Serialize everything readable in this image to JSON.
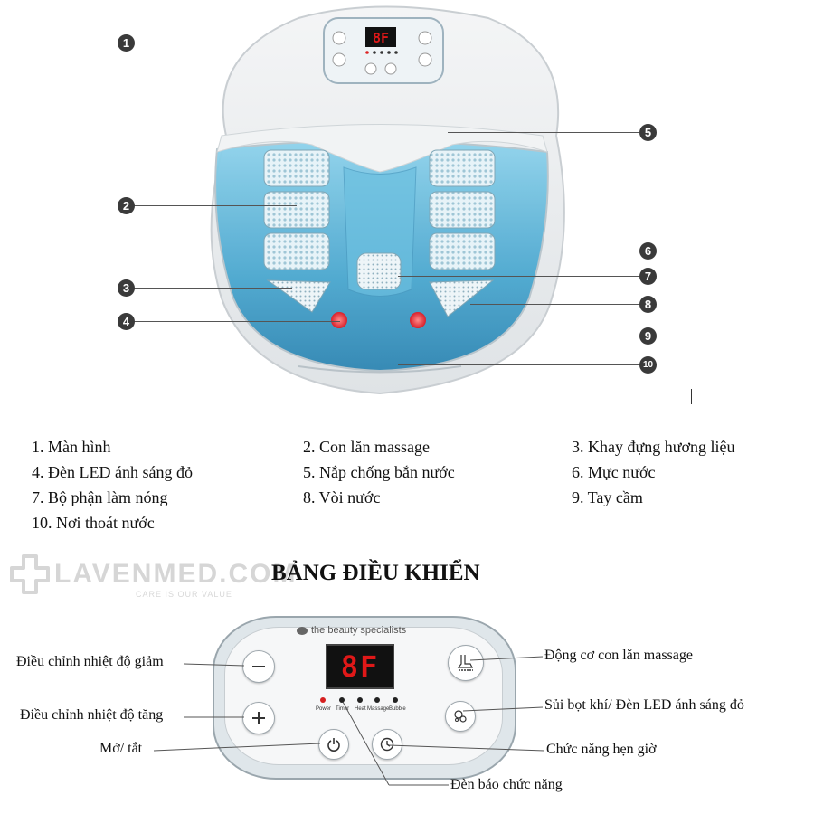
{
  "device": {
    "brand": "the beauty specialists",
    "display_text": "8F",
    "indicator_labels": [
      "Power",
      "Timer",
      "Heat",
      "Massage",
      "Bubble"
    ]
  },
  "callout_numbers": [
    "1",
    "2",
    "3",
    "4",
    "5",
    "6",
    "7",
    "8",
    "9",
    "10"
  ],
  "legend": [
    "1.   Màn hình",
    "2. Con lăn massage",
    "3. Khay đựng hương liệu",
    "4. Đèn LED ánh sáng đỏ",
    "5. Nắp chống bắn nước",
    "6.  Mực nước",
    "7. Bộ phận làm nóng",
    "8. Vòi nước",
    "9. Tay cầm",
    "10. Nơi thoát nước"
  ],
  "watermark": {
    "name": "LAVENMED.COM",
    "tagline": "CARE IS OUR VALUE"
  },
  "section_title": "BẢNG ĐIỀU KHIỂN",
  "control_labels": {
    "temp_down": "Điều chỉnh nhiệt độ giảm",
    "temp_up": "Điều chỉnh nhiệt độ tăng",
    "power": "Mở/ tắt",
    "roller_motor": "Động cơ con lăn massage",
    "bubble_led": "Sủi bọt khí/ Đèn LED ánh sáng đỏ",
    "timer": "Chức năng hẹn giờ",
    "indicator": "Đèn báo chức năng"
  },
  "colors": {
    "water": "#5fb8d8",
    "display_red": "#e01818",
    "led_red": "#e5383b"
  },
  "icons": [
    "minus-icon",
    "plus-icon",
    "power-icon",
    "clock-icon",
    "foot-roller-icon",
    "bubble-icon"
  ]
}
